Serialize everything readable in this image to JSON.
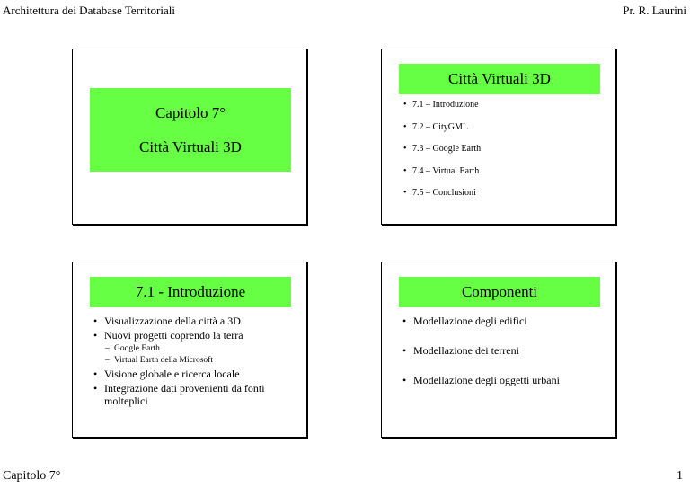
{
  "header": {
    "left": "Architettura dei Database Territoriali",
    "right": "Pr. R. Laurini"
  },
  "footer": {
    "left": "Capitolo 7°",
    "right": "1"
  },
  "slides": [
    {
      "lines": [
        "Capitolo 7°",
        "Città Virtuali 3D"
      ]
    },
    {
      "title": "Città Virtuali 3D",
      "bullets": [
        "7.1 – Introduzione",
        "7.2 – CityGML",
        "7.3 – Google Earth",
        "7.4 – Virtual Earth",
        "7.5 – Conclusioni"
      ]
    },
    {
      "title": "7.1 - Introduzione",
      "bullets": [
        "Visualizzazione della città a 3D",
        "Nuovi progetti coprendo la terra",
        "Visione globale e ricerca locale",
        "Integrazione dati provenienti da fonti molteplici"
      ],
      "subbullets": [
        "Google Earth",
        "Virtual Earth della Microsoft"
      ]
    },
    {
      "title": "Componenti",
      "bullets": [
        "Modellazione degli edifici",
        "Modellazione dei terreni",
        "Modellazione degli oggetti urbani"
      ]
    }
  ],
  "colors": {
    "title_bg": "#66ff44",
    "page_bg": "#ffffff",
    "text": "#000000"
  }
}
